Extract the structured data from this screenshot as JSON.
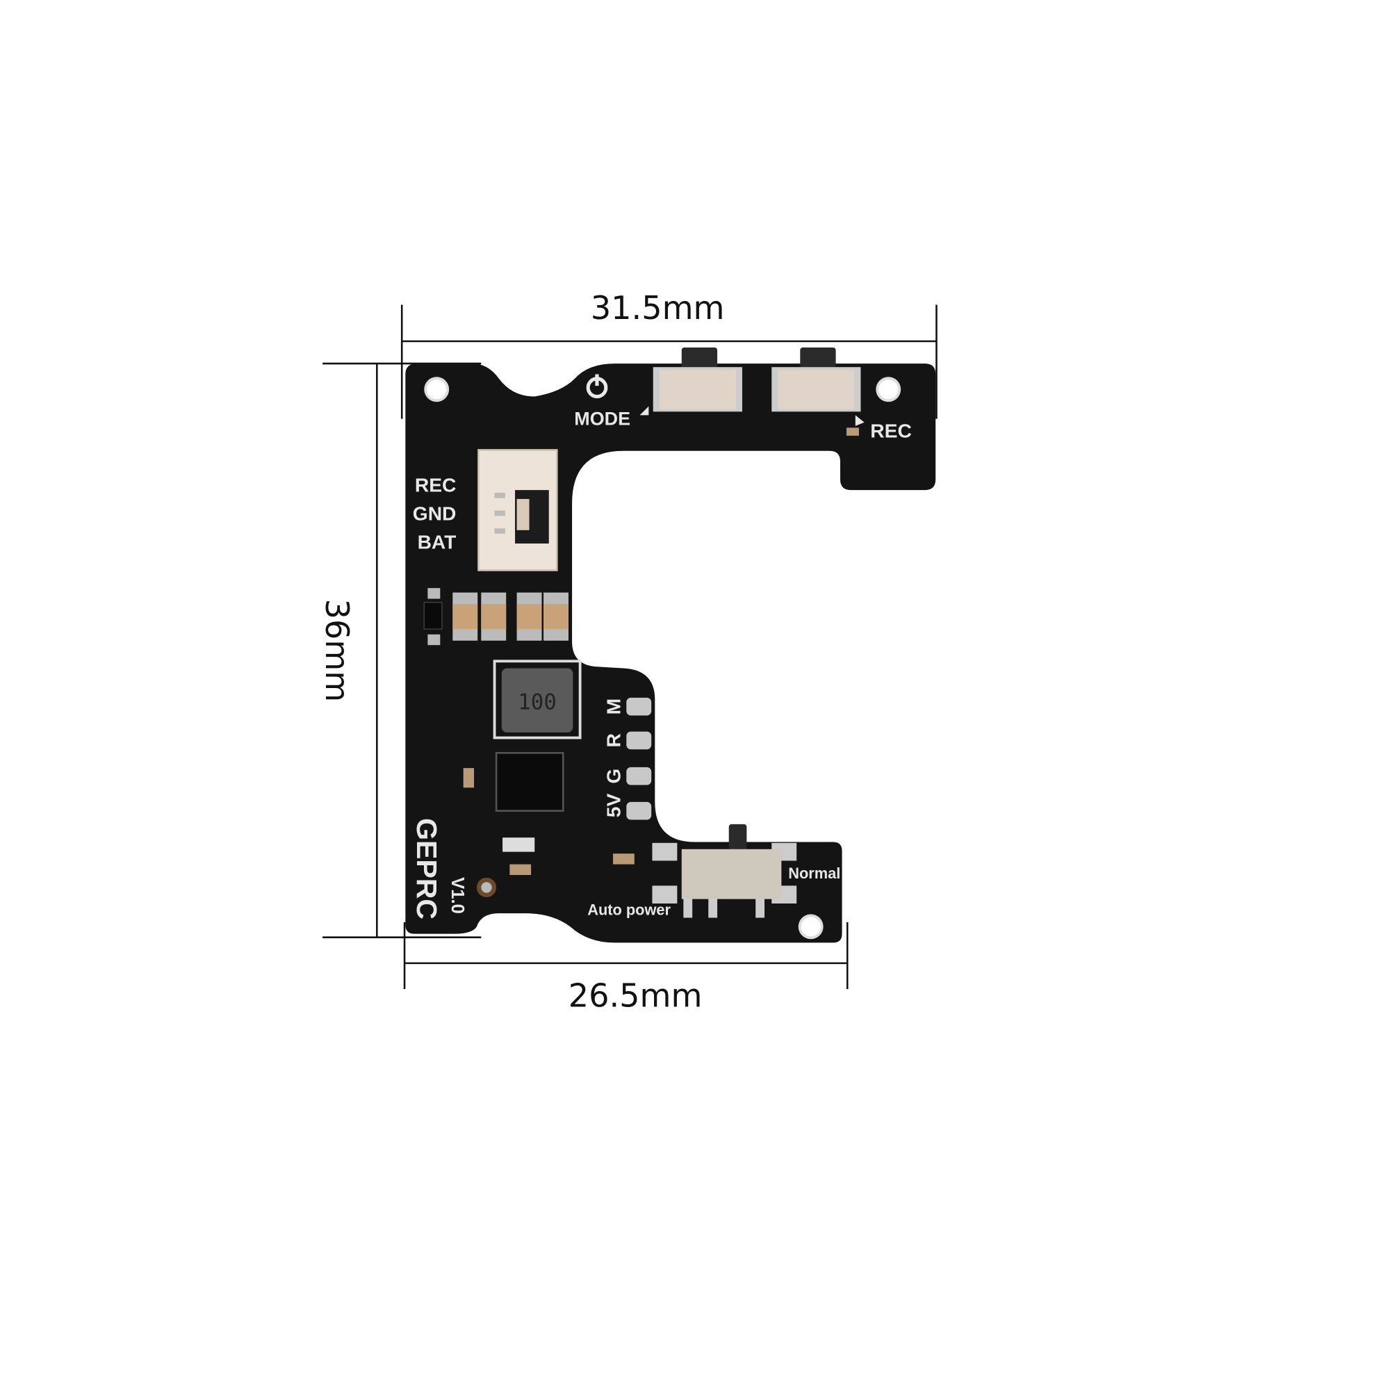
{
  "dimensions": {
    "top_width": "31.5mm",
    "height": "36mm",
    "bottom_width": "26.5mm"
  },
  "board": {
    "brand_logo": "GEPRC",
    "version": "V1.0",
    "inductor_marking": "100",
    "buttons": {
      "mode_label": "MODE",
      "rec_label": "REC"
    },
    "connector_pins": [
      "REC",
      "GND",
      "BAT"
    ],
    "pads": [
      "M",
      "R",
      "G",
      "5V"
    ],
    "slide_switch": {
      "normal_label": "Normal",
      "auto_label": "Auto power"
    }
  },
  "colors": {
    "pcb": "#141414",
    "silkscreen": "#e8e8e8",
    "connector": "#ede3d8",
    "capacitor": "#c9a27a"
  }
}
